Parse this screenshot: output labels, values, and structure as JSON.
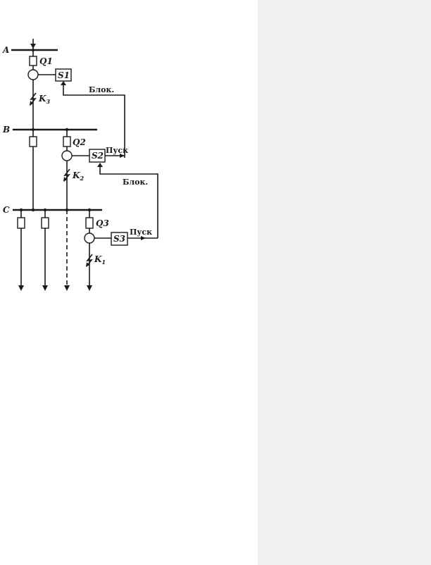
{
  "diagram": {
    "buses": {
      "a": "A",
      "b": "B",
      "c": "C"
    },
    "breakers": {
      "q1": "Q1",
      "q2": "Q2",
      "q3": "Q3"
    },
    "relays": {
      "s1": "S1",
      "s2": "S2",
      "s3": "S3"
    },
    "faults": {
      "k3": {
        "base": "K",
        "sub": "3"
      },
      "k2": {
        "base": "K",
        "sub": "2"
      },
      "k1": {
        "base": "K",
        "sub": "1"
      }
    },
    "signals": {
      "block": "Блок.",
      "start": "Пуск"
    }
  },
  "colors": {
    "line": "#1a1a1a",
    "panel": "#f1f1f1",
    "background": "#ffffff"
  }
}
